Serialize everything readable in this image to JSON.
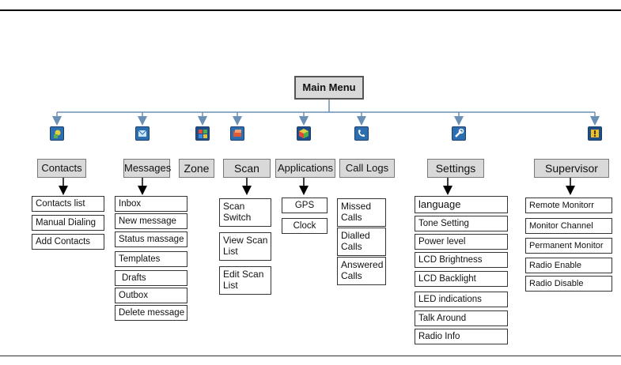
{
  "main_menu": "Main Menu",
  "categories": {
    "contacts": "Contacts",
    "messages": "Messages",
    "zone": "Zone",
    "scan": "Scan",
    "applications": "Applications",
    "call_logs": "Call Logs",
    "settings": "Settings",
    "supervisor": "Supervisor"
  },
  "icons": [
    "contacts-icon",
    "messages-icon",
    "zone-icon",
    "scan-icon",
    "applications-icon",
    "call-logs-icon",
    "settings-icon",
    "supervisor-icon"
  ],
  "contacts_items": [
    "Contacts list",
    "Manual Dialing",
    "Add Contacts"
  ],
  "messages_items": [
    "Inbox",
    "New message",
    "Status massage",
    "Templates",
    "Drafts",
    "Outbox",
    "Delete message"
  ],
  "scan_items": [
    "Scan Switch",
    "View Scan List",
    "Edit Scan List"
  ],
  "applications_items": [
    "GPS",
    "Clock"
  ],
  "call_logs_items": [
    "Missed Calls",
    "Dialled Calls",
    "Answered Calls"
  ],
  "settings_items": [
    "language",
    "Tone Setting",
    "Power level",
    "LCD Brightness",
    "LCD Backlight",
    "LED indications",
    "Talk Around",
    "Radio Info"
  ],
  "supervisor_items": [
    "Remote Monitorr",
    "Monitor Channel",
    "Permanent Monitor",
    "Radio Enable",
    "Radio Disable"
  ]
}
